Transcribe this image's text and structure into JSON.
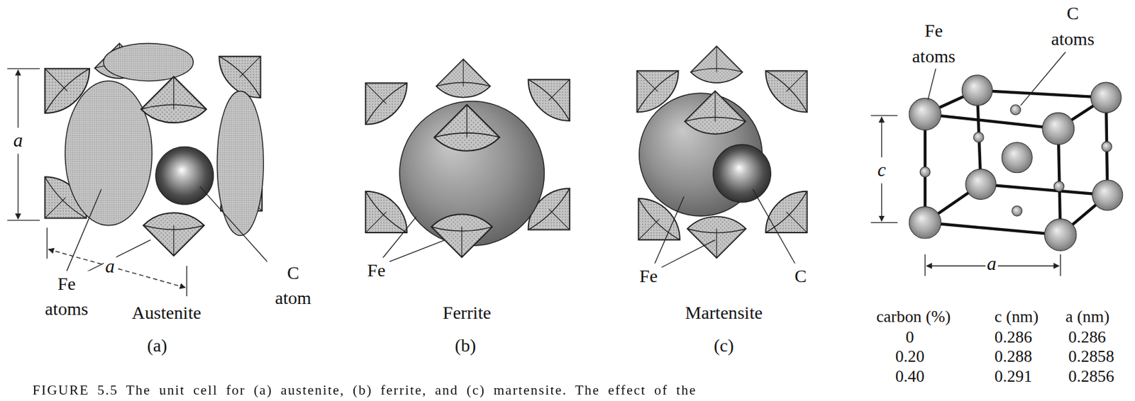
{
  "diagram": {
    "caption": "FIGURE 5.5 The unit cell for (a) austenite, (b) ferrite, and (c) martensite. The effect of the",
    "labels": [
      "a",
      "a",
      "Fe atoms",
      "C atom",
      "Austenite",
      "(a)",
      "Fe",
      "Ferrite",
      "(b)",
      "Fe",
      "C",
      "Martensite",
      "(c)",
      "Fe atoms",
      "C atoms",
      "c",
      "a",
      "carbon (%)",
      "c (nm)",
      "a (nm)",
      "0",
      "0.286",
      "0.286",
      "0.20",
      "0.288",
      "0.2858",
      "0.40",
      "0.291",
      "0.2856"
    ]
  }
}
